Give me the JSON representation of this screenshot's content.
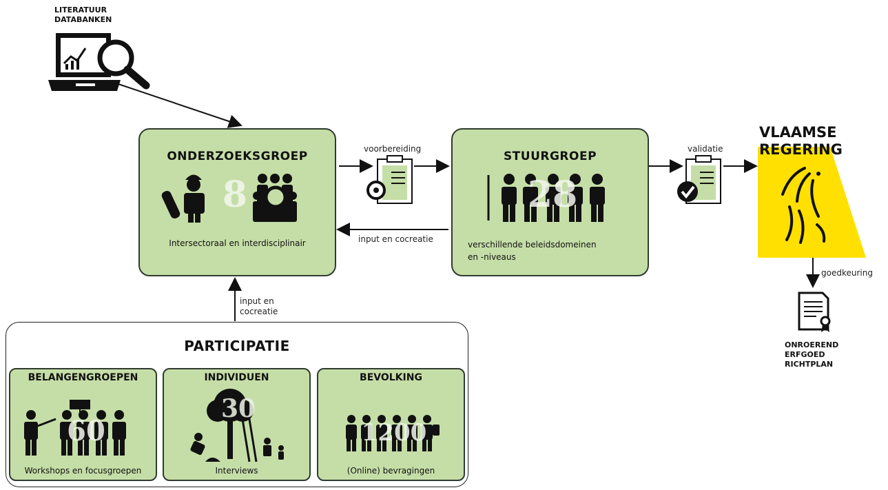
{
  "sources": {
    "label_line1": "LITERATUUR",
    "label_line2": "DATABANKEN"
  },
  "research_group": {
    "title": "ONDERZOEKSGROEP",
    "count": "8",
    "caption": "Intersectoraal en interdisciplinair"
  },
  "steering_group": {
    "title": "STUURGROEP",
    "count": "28",
    "caption_line1": "verschillende beleidsdomeinen",
    "caption_line2": "en -niveaus"
  },
  "flows": {
    "preparation": "voorbereiding",
    "input_return": "input en cocreatie",
    "validation": "validatie",
    "approval": "goedkeuring",
    "participation_input_line1": "input en",
    "participation_input_line2": "cocreatie"
  },
  "government": {
    "title_line1": "VLAAMSE",
    "title_line2": "REGERING",
    "color": "#ffe000"
  },
  "output": {
    "line1": "ONROEREND",
    "line2": "ERFGOED",
    "line3": "RICHTPLAN"
  },
  "participation": {
    "title": "PARTICIPATIE",
    "groups": [
      {
        "title": "BELANGENGROEPEN",
        "count": "60",
        "caption": "Workshops en focusgroepen"
      },
      {
        "title": "INDIVIDUEN",
        "count": "30",
        "caption": "Interviews"
      },
      {
        "title": "BEVOLKING",
        "count": "1200",
        "caption": "(Online) bevragingen"
      }
    ]
  },
  "colors": {
    "box_fill": "#c5dea7",
    "box_border": "#2f3a2f",
    "ink": "#111111"
  }
}
